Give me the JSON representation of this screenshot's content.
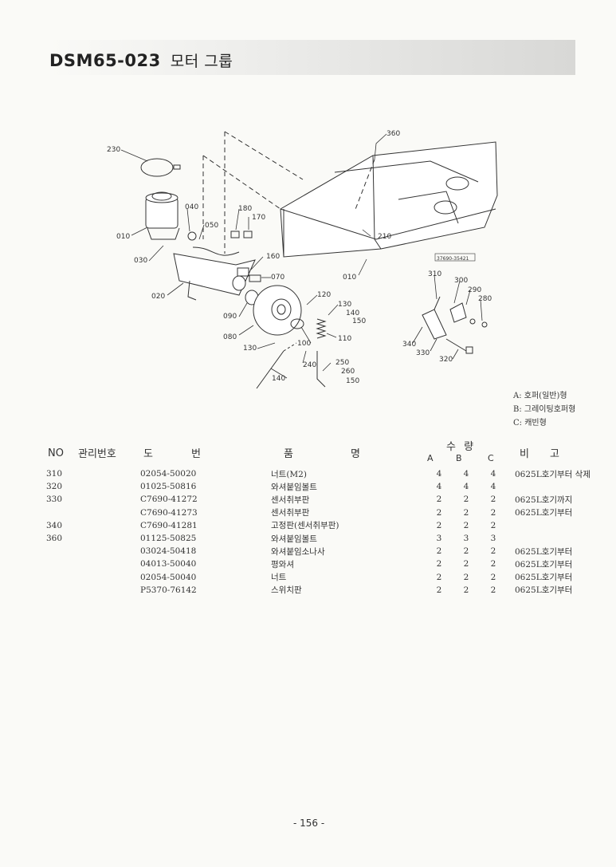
{
  "header": {
    "code": "DSM65-023",
    "subtitle": "모터 그룹"
  },
  "diagram": {
    "callouts": [
      "230",
      "360",
      "040",
      "180",
      "170",
      "050",
      "010",
      "210",
      "030",
      "160",
      "070",
      "010",
      "310",
      "300",
      "290",
      "280",
      "020",
      "120",
      "130",
      "140",
      "150",
      "090",
      "080",
      "110",
      "340",
      "330",
      "320",
      "130",
      "100",
      "240",
      "250",
      "260",
      "150",
      "140"
    ],
    "ref_code": "37690-35421"
  },
  "legend": [
    "A: 호퍼(일반)형",
    "B: 그레이팅호퍼형",
    "C: 캐빈형"
  ],
  "table": {
    "headers": {
      "no": "NO",
      "mgmt": "관리번호",
      "drawing_a": "도",
      "drawing_b": "번",
      "name_a": "품",
      "name_b": "명",
      "qty": "수 량",
      "qa": "A",
      "qb": "B",
      "qc": "C",
      "remarks_a": "비",
      "remarks_b": "고"
    },
    "rows": [
      {
        "no": "310",
        "drawing": "02054-50020",
        "name": "너트(M2)",
        "a": "4",
        "b": "4",
        "c": "4",
        "remarks": "0625L호기부터 삭제"
      },
      {
        "no": "320",
        "drawing": "01025-50816",
        "name": "와셔붙임볼트",
        "a": "4",
        "b": "4",
        "c": "4",
        "remarks": ""
      },
      {
        "no": "330",
        "drawing": "C7690-41272",
        "name": "센서취부판",
        "a": "2",
        "b": "2",
        "c": "2",
        "remarks": "0625L호기까지"
      },
      {
        "no": "",
        "drawing": "C7690-41273",
        "name": "센서취부판",
        "a": "2",
        "b": "2",
        "c": "2",
        "remarks": "0625L호기부터"
      },
      {
        "no": "340",
        "drawing": "C7690-41281",
        "name": "고정판(센서취부판)",
        "a": "2",
        "b": "2",
        "c": "2",
        "remarks": ""
      },
      {
        "no": "360",
        "drawing": "01125-50825",
        "name": "와셔붙임볼트",
        "a": "3",
        "b": "3",
        "c": "3",
        "remarks": ""
      },
      {
        "no": "",
        "drawing": "03024-50418",
        "name": "와셔붙임소나사",
        "a": "2",
        "b": "2",
        "c": "2",
        "remarks": "0625L호기부터"
      },
      {
        "no": "",
        "drawing": "04013-50040",
        "name": "평와셔",
        "a": "2",
        "b": "2",
        "c": "2",
        "remarks": "0625L호기부터"
      },
      {
        "no": "",
        "drawing": "02054-50040",
        "name": "너트",
        "a": "2",
        "b": "2",
        "c": "2",
        "remarks": "0625L호기부터"
      },
      {
        "no": "",
        "drawing": "P5370-76142",
        "name": "스위치판",
        "a": "2",
        "b": "2",
        "c": "2",
        "remarks": "0625L호기부터"
      }
    ]
  },
  "footer": {
    "page": "- 156 -"
  }
}
